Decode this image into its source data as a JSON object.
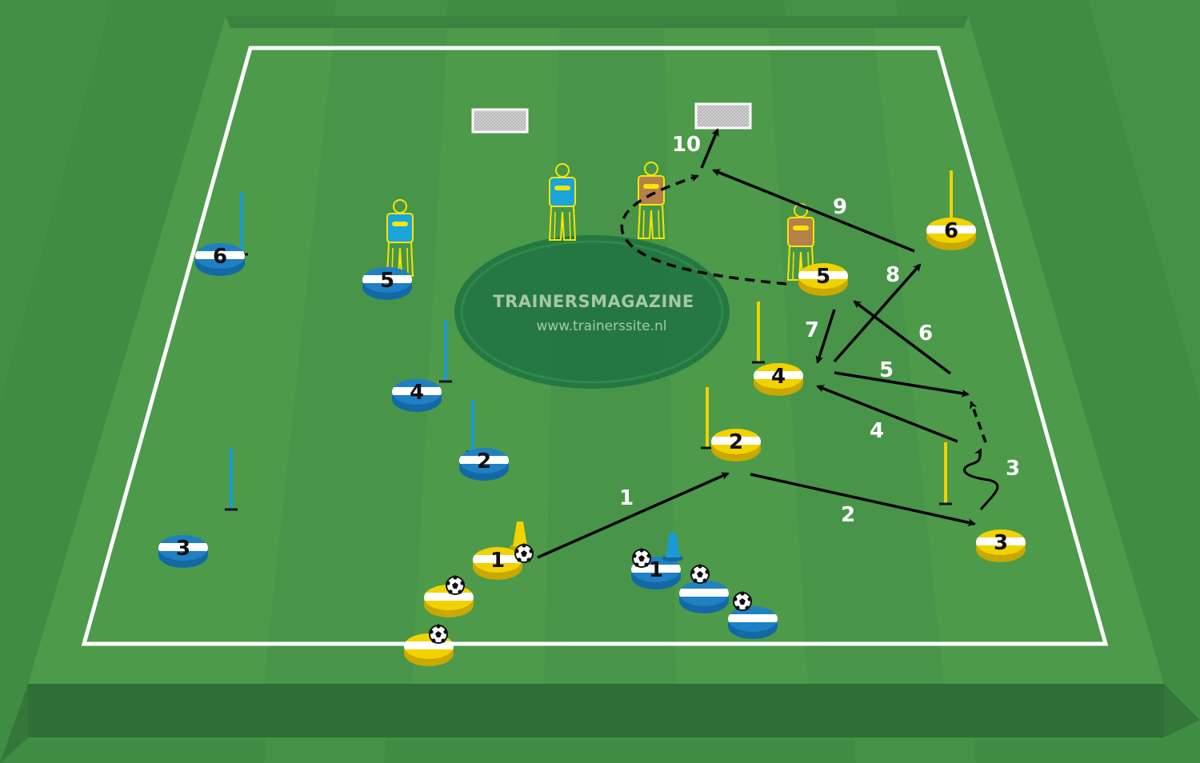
{
  "watermark": {
    "brand": "TRAINERSMAGAZINE",
    "url": "www.trainerssite.nl"
  },
  "teams": {
    "blue": {
      "color": "#1f80c4",
      "disc_labels": [
        "6",
        "5",
        "4",
        "2",
        "3",
        "1"
      ]
    },
    "yellow": {
      "color": "#f2d200",
      "disc_labels": [
        "6",
        "5",
        "4",
        "2",
        "3",
        "1"
      ]
    }
  },
  "sequence_labels": [
    "1",
    "2",
    "3",
    "4",
    "5",
    "6",
    "7",
    "8",
    "9",
    "10"
  ],
  "colors": {
    "pitch": "#4c9a4a",
    "pitch_dark": "#2f6e35",
    "lines": "#ffffff",
    "arrows": "#000000",
    "mannequin_brown": "#b5804a"
  }
}
